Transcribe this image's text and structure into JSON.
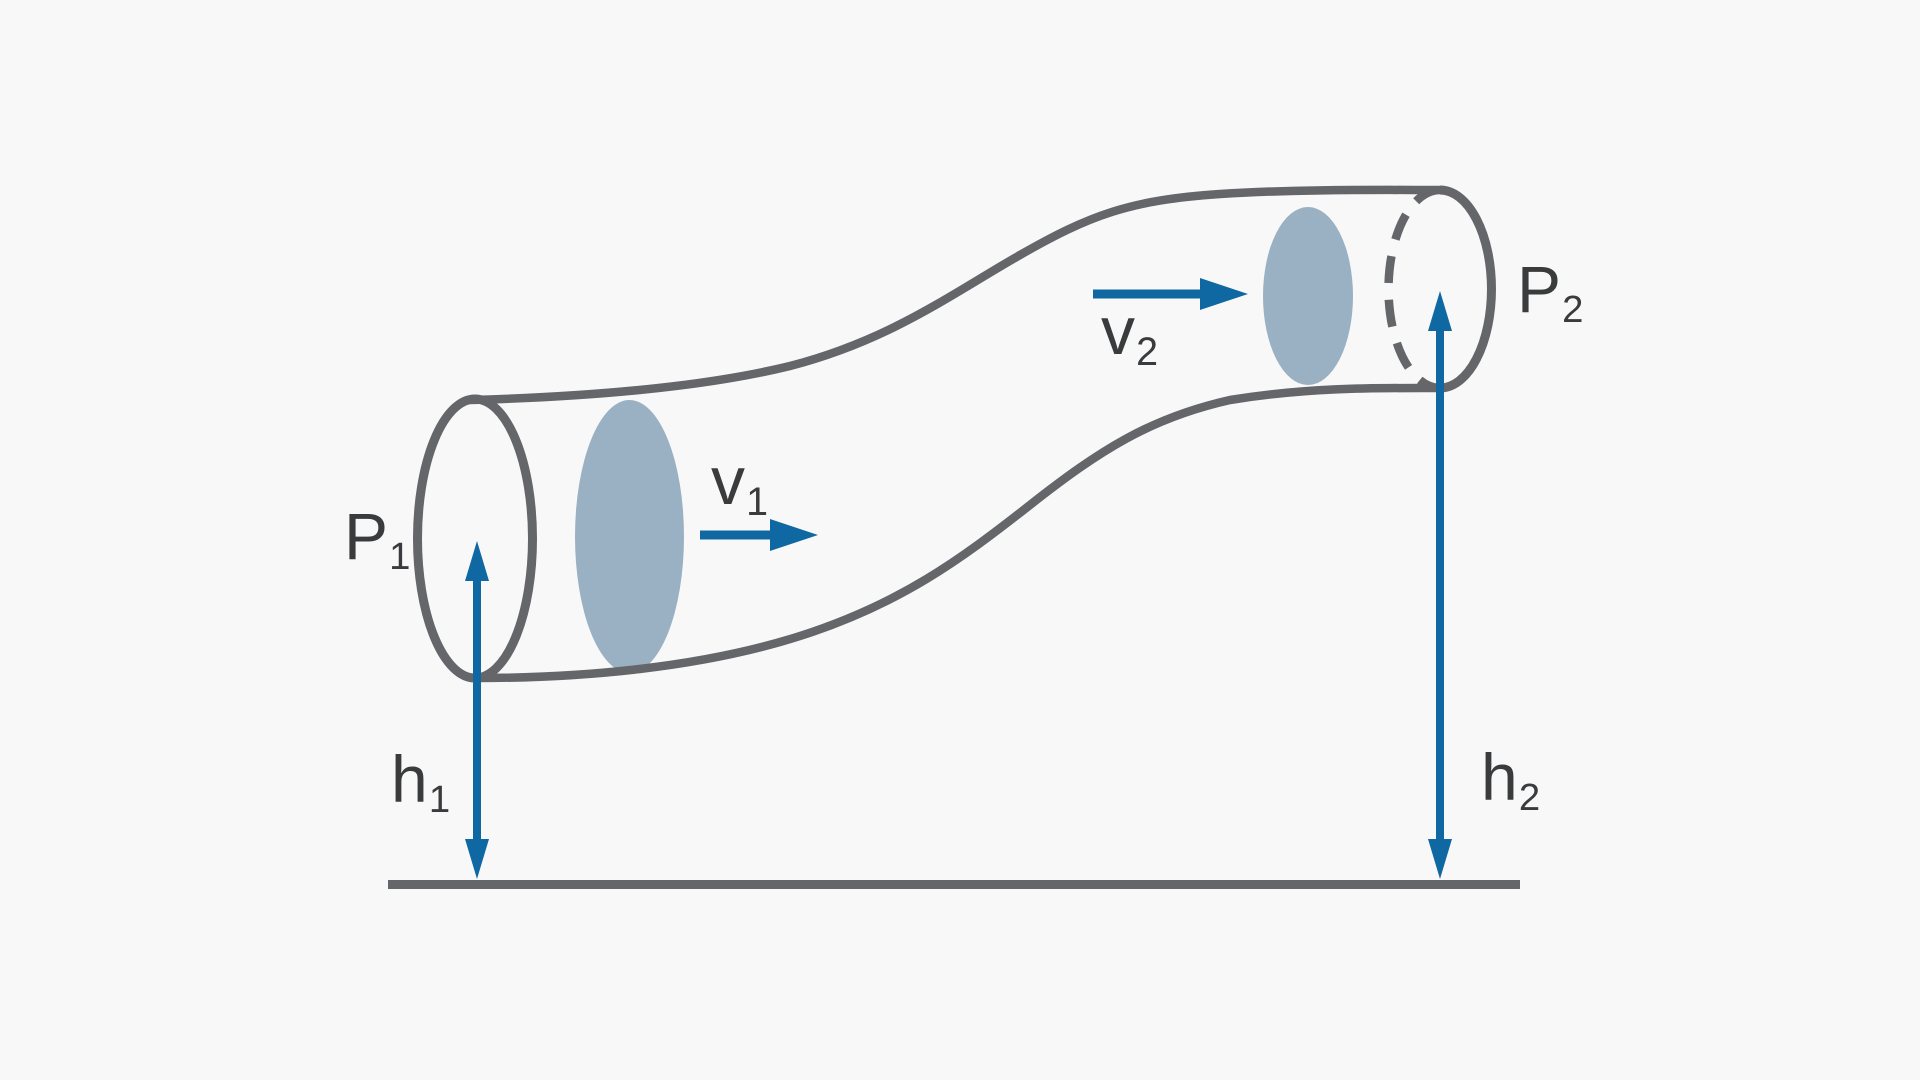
{
  "figure": {
    "description": "Pipe flow diagram with two cross-sections at different heights",
    "colors": {
      "background": "#f8f8f8",
      "pipe_stroke": "#656669",
      "ground": "#656669",
      "arrow_blue": "#0f68a1",
      "section_fill": "#9ab1c4",
      "label_text": "#3a3b3d"
    },
    "labels": {
      "pressure_inlet": {
        "base": "P",
        "sub": "1"
      },
      "pressure_outlet": {
        "base": "P",
        "sub": "2"
      },
      "velocity_inlet": {
        "base": "v",
        "sub": "1"
      },
      "velocity_outlet": {
        "base": "v",
        "sub": "2"
      },
      "height_inlet": {
        "base": "h",
        "sub": "1"
      },
      "height_outlet": {
        "base": "h",
        "sub": "2"
      }
    }
  }
}
